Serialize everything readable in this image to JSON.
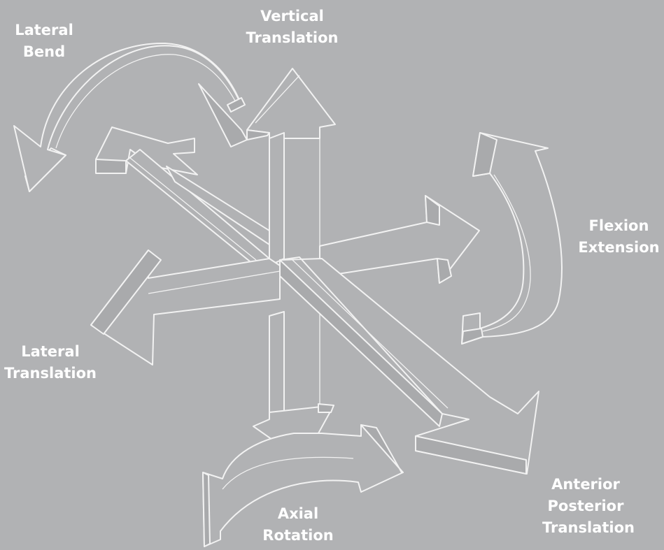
{
  "labels": {
    "lateral_bend": [
      "Lateral",
      "Bend"
    ],
    "vertical_translation": [
      "Vertical",
      "Translation"
    ],
    "flexion_extension": [
      "Flexion",
      "Extension"
    ],
    "lateral_translation": [
      "Lateral",
      "Translation"
    ],
    "axial_rotation": [
      "Axial",
      "Rotation"
    ],
    "anterior_posterior_translation": [
      "Anterior",
      "Posterior",
      "Translation"
    ]
  },
  "colors": {
    "background": "#b1b2b4",
    "line": "#f2f2f2",
    "text": "#ffffff"
  }
}
